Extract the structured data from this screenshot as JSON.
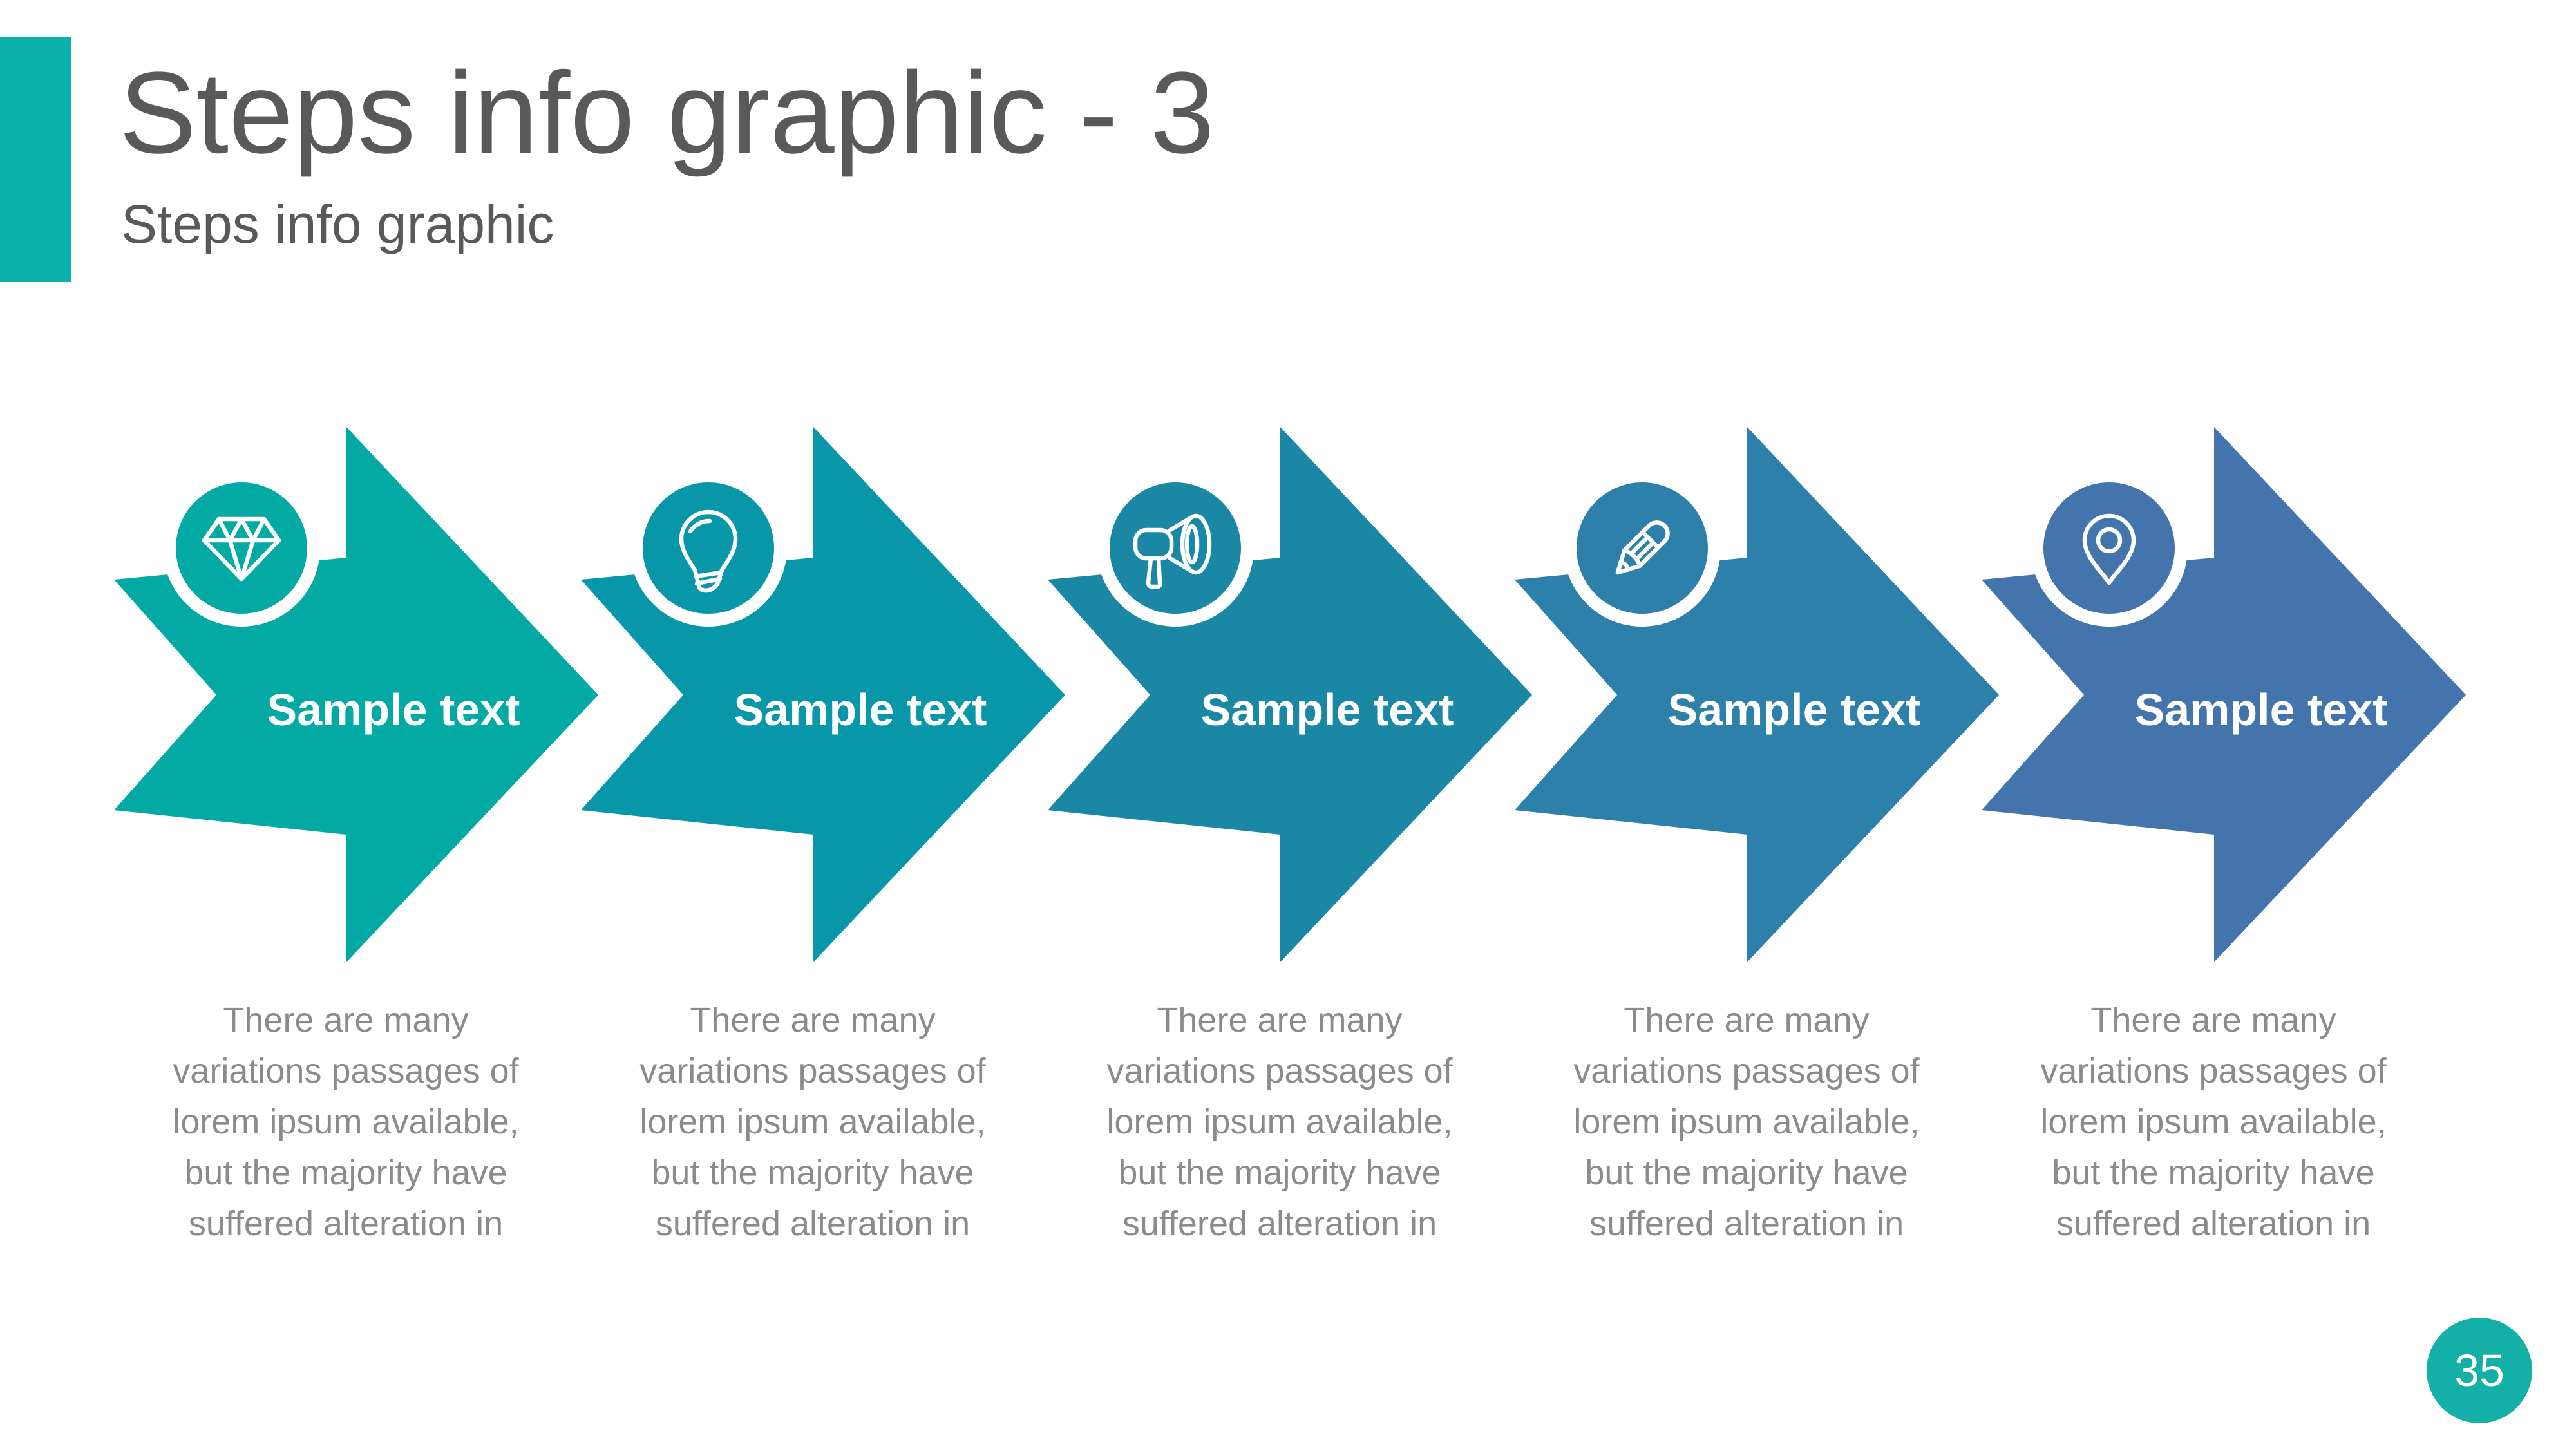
{
  "slide": {
    "title": "Steps info graphic - 3",
    "subtitle": "Steps info graphic",
    "page_number": "35",
    "background_color": "#ffffff",
    "accent_color": "#0BB0AA",
    "badge_color": "#14B0A7",
    "title_color": "#58595B",
    "body_text_color": "#8B8B8B",
    "label_text_color": "#ffffff"
  },
  "steps": [
    {
      "label": "Sample text",
      "icon": "diamond-icon",
      "color": "#02AAA3",
      "description_lines": [
        "There are many",
        "variations passages of",
        "lorem ipsum available,",
        "but the majority have",
        "suffered alteration in"
      ]
    },
    {
      "label": "Sample text",
      "icon": "lightbulb-icon",
      "color": "#0897A8",
      "description_lines": [
        "There are many",
        "variations passages of",
        "lorem ipsum available,",
        "but the majority have",
        "suffered alteration in"
      ]
    },
    {
      "label": "Sample text",
      "icon": "megaphone-icon",
      "color": "#1A88A5",
      "description_lines": [
        "There are many",
        "variations passages of",
        "lorem ipsum available,",
        "but the majority have",
        "suffered alteration in"
      ]
    },
    {
      "label": "Sample text",
      "icon": "pencil-icon",
      "color": "#2C80AA",
      "description_lines": [
        "There are many",
        "variations passages of",
        "lorem ipsum available,",
        "but the majority have",
        "suffered alteration in"
      ]
    },
    {
      "label": "Sample text",
      "icon": "map-pin-icon",
      "color": "#4375AC",
      "description_lines": [
        "There are many",
        "variations passages of",
        "lorem ipsum available,",
        "but the majority have",
        "suffered alteration in"
      ]
    }
  ]
}
